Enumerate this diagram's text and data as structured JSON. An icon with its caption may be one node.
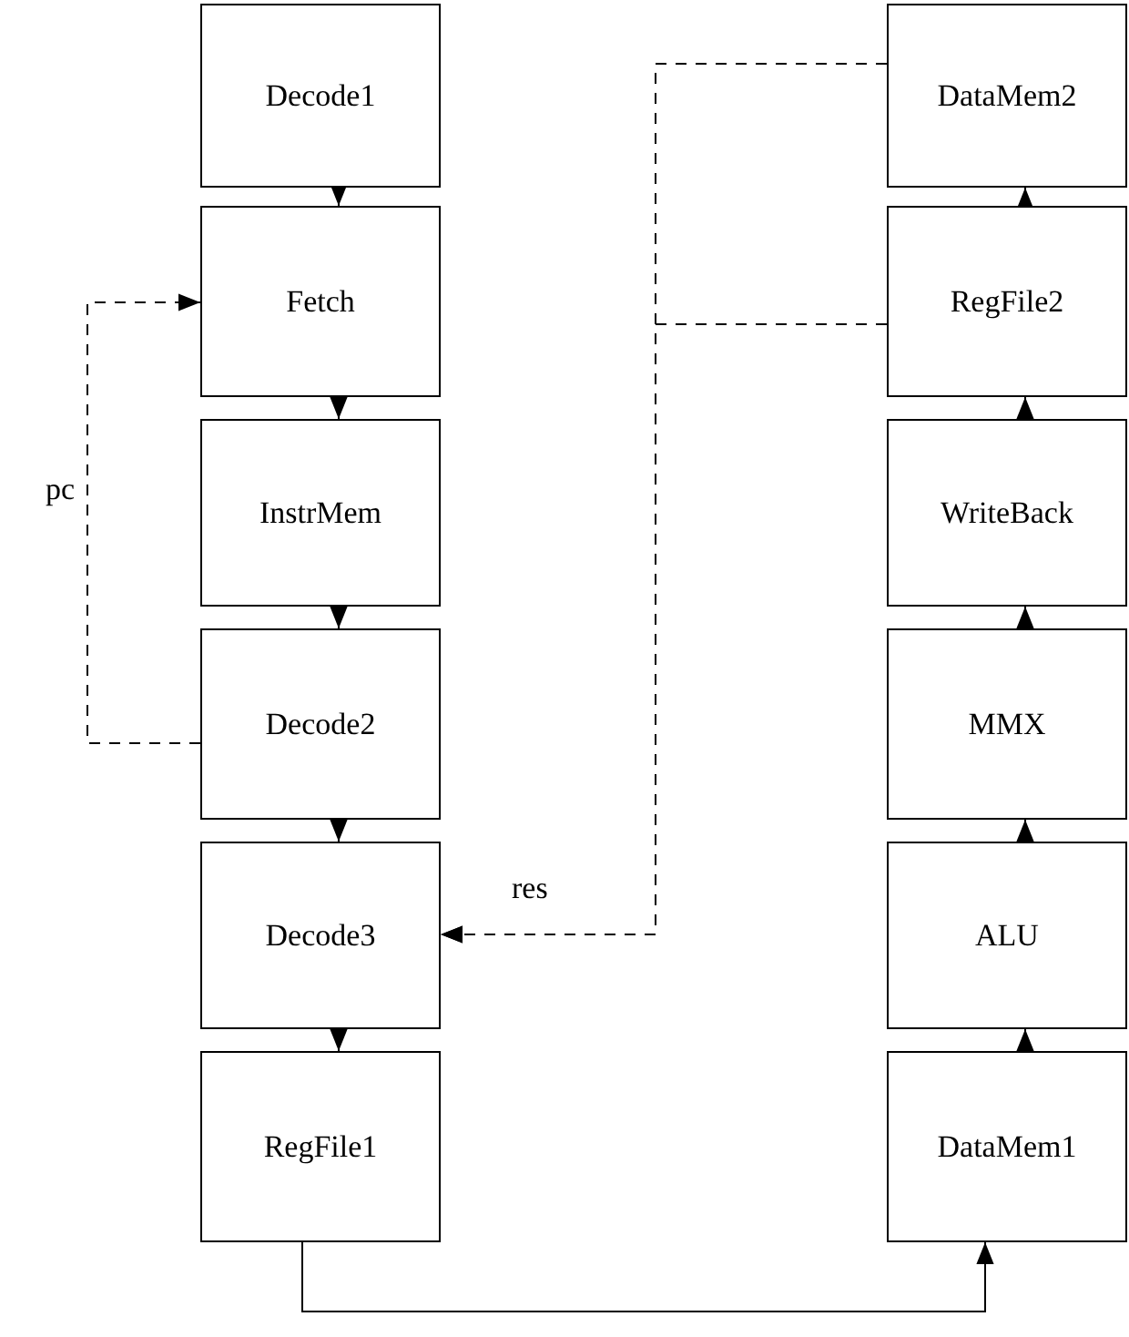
{
  "diagram": {
    "nodes": [
      {
        "text": [
          "Decode1"
        ]
      },
      {
        "text": [
          "Fetch"
        ]
      },
      {
        "text": [
          "InstrMem"
        ]
      },
      {
        "text": [
          "Decode2"
        ]
      },
      {
        "text": [
          "Decode3"
        ]
      },
      {
        "text": [
          "RegFile1"
        ]
      },
      {
        "text": [
          "DataMem2"
        ]
      },
      {
        "text": [
          "RegFile2"
        ]
      },
      {
        "text": [
          "WriteBack"
        ]
      },
      {
        "text": [
          "MMX"
        ]
      },
      {
        "text": [
          "ALU"
        ]
      },
      {
        "text": [
          "DataMem1"
        ]
      }
    ],
    "edges": [
      {
        "from": 0,
        "to": 1,
        "arrow": "to"
      },
      {
        "from": 1,
        "to": 2,
        "arrow": "to"
      },
      {
        "from": 2,
        "to": 3,
        "arrow": "to"
      },
      {
        "from": 3,
        "to": 4,
        "arrow": "to"
      },
      {
        "from": 4,
        "to": 5,
        "arrow": "to"
      },
      {
        "from": 3,
        "to": 1,
        "arrow": "to",
        "style": "dashed",
        "label": "pc"
      },
      {
        "from": 5,
        "to": 11,
        "arrow": "to"
      },
      {
        "from": 11,
        "to": 10,
        "arrow": "to"
      },
      {
        "from": 10,
        "to": 9,
        "arrow": "to"
      },
      {
        "from": 9,
        "to": 8,
        "arrow": "to"
      },
      {
        "from": 8,
        "to": 7,
        "arrow": "to"
      },
      {
        "from": 7,
        "to": 6,
        "arrow": "to"
      },
      {
        "from": 6,
        "to": 4,
        "arrow": "to",
        "style": "dashed",
        "label": "res"
      },
      {
        "from": 7,
        "to": 4,
        "arrow": "to",
        "style": "dashed"
      }
    ]
  }
}
